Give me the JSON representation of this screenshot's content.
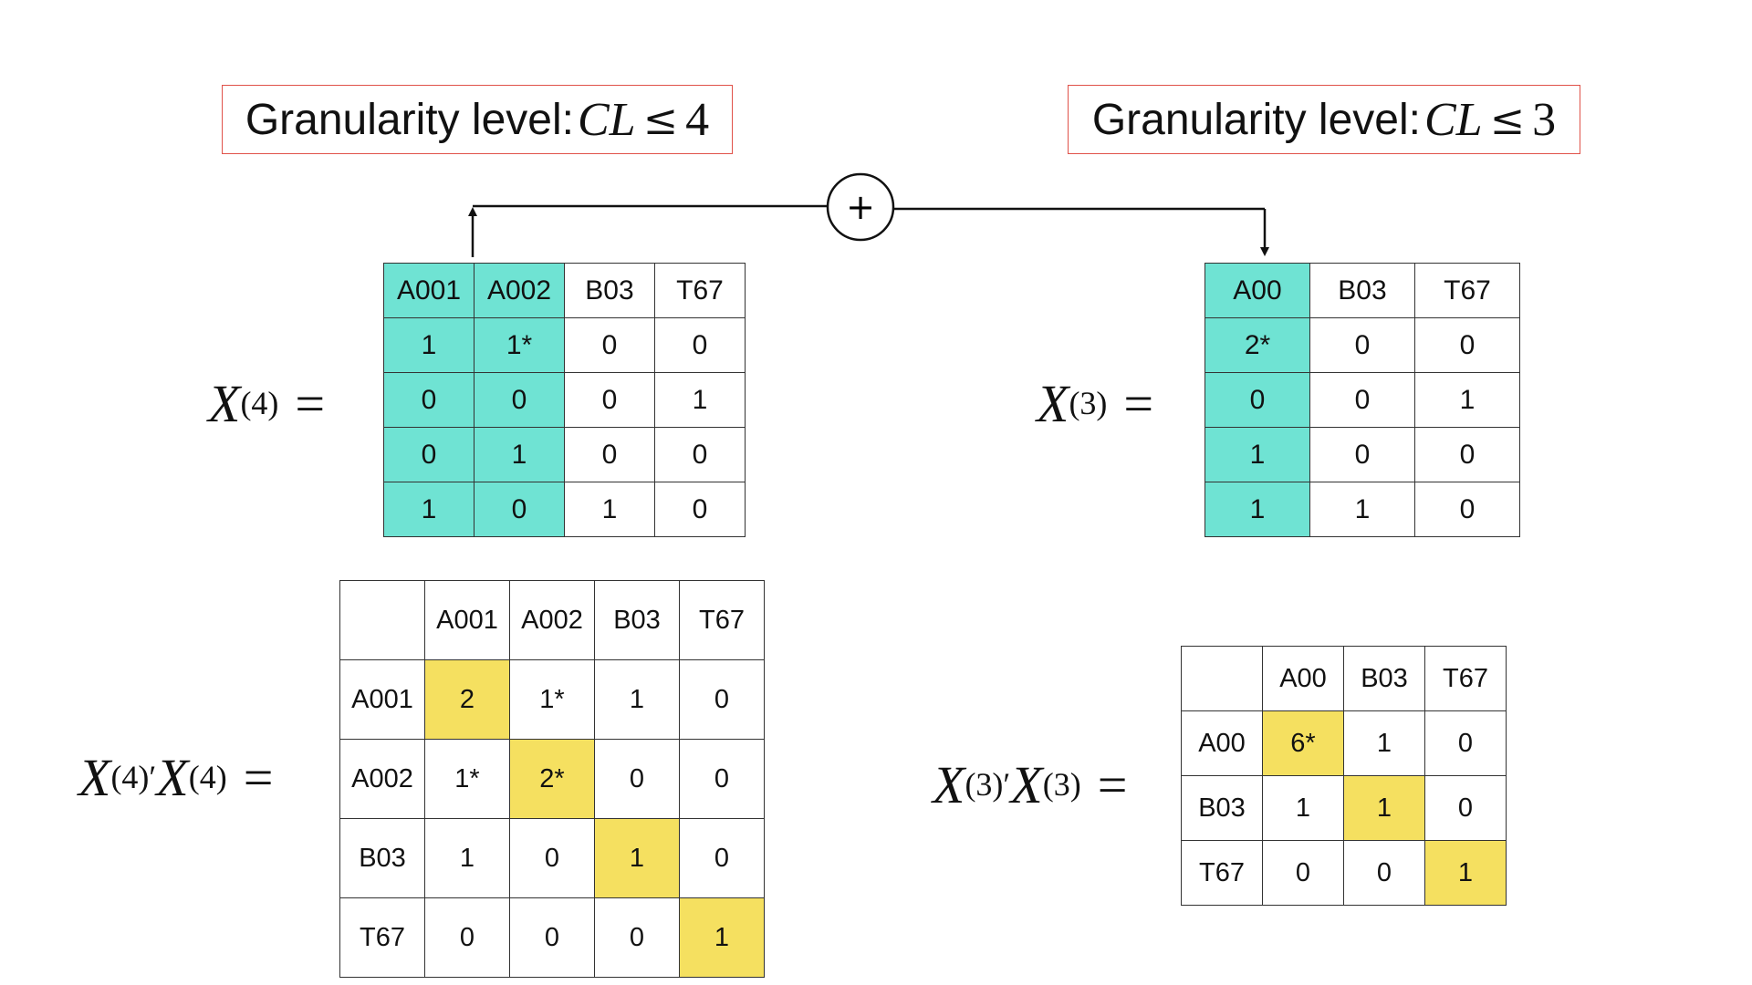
{
  "granularity_left": {
    "label": "Granularity level: ",
    "symbol": "CL",
    "rel": "≤",
    "value": "4"
  },
  "granularity_right": {
    "label": "Granularity level: ",
    "symbol": "CL",
    "rel": "≤",
    "value": "3"
  },
  "plus_symbol": "+",
  "x4": {
    "base": "X",
    "sup": "(4)",
    "eq": "=",
    "header": [
      "A001",
      "A002",
      "B03",
      "T67"
    ],
    "rows": [
      [
        "1",
        "1*",
        "0",
        "0"
      ],
      [
        "0",
        "0",
        "0",
        "1"
      ],
      [
        "0",
        "1",
        "0",
        "0"
      ],
      [
        "1",
        "0",
        "1",
        "0"
      ]
    ],
    "highlight_color": "#6fe3d3"
  },
  "x3": {
    "base": "X",
    "sup": "(3)",
    "eq": "=",
    "header": [
      "A00",
      "B03",
      "T67"
    ],
    "rows": [
      [
        "2*",
        "0",
        "0"
      ],
      [
        "0",
        "0",
        "1"
      ],
      [
        "1",
        "0",
        "0"
      ],
      [
        "1",
        "1",
        "0"
      ]
    ]
  },
  "p4": {
    "base1": "X",
    "sup1": "(4)′",
    "base2": "X",
    "sup2": "(4)",
    "eq": "=",
    "header": [
      "",
      "A001",
      "A002",
      "B03",
      "T67"
    ],
    "rows": [
      [
        "A001",
        "2",
        "1*",
        "1",
        "0"
      ],
      [
        "A002",
        "1*",
        "2*",
        "0",
        "0"
      ],
      [
        "B03",
        "1",
        "0",
        "1",
        "0"
      ],
      [
        "T67",
        "0",
        "0",
        "0",
        "1"
      ]
    ],
    "highlight_color": "#f5e060"
  },
  "p3": {
    "base1": "X",
    "sup1": "(3)′",
    "base2": "X",
    "sup2": "(3)",
    "eq": "=",
    "header": [
      "",
      "A00",
      "B03",
      "T67"
    ],
    "rows": [
      [
        "A00",
        "6*",
        "1",
        "0"
      ],
      [
        "B03",
        "1",
        "1",
        "0"
      ],
      [
        "T67",
        "0",
        "0",
        "1"
      ]
    ]
  }
}
